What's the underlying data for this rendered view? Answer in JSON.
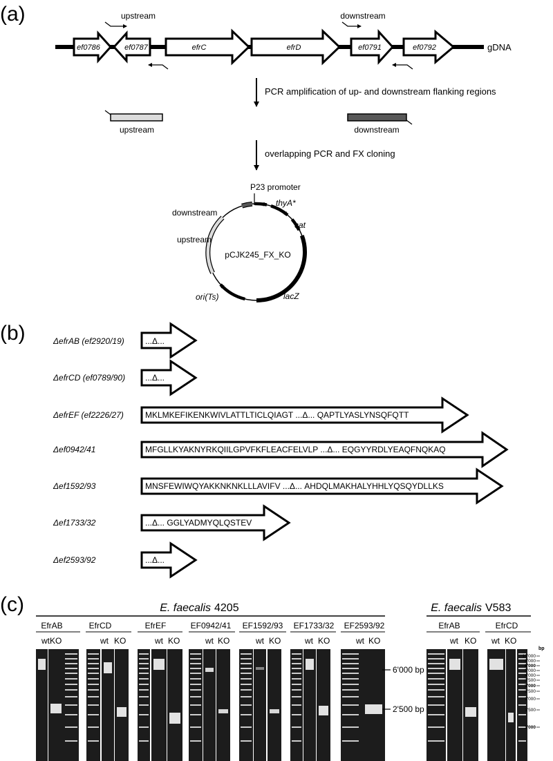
{
  "panel_a": {
    "label": "(a)",
    "genes": [
      "ef0786",
      "ef0787",
      "efrC",
      "efrD",
      "ef0791",
      "ef0792"
    ],
    "gdna_label": "gDNA",
    "primer_upstream": "upstream",
    "primer_downstream": "downstream",
    "step1_text": "PCR amplification of up- and downstream flanking regions",
    "fragment_upstream": "upstream",
    "fragment_downstream": "downstream",
    "step2_text": "overlapping PCR and FX cloning",
    "plasmid": {
      "name": "pCJK245_FX_KO",
      "promoter": "P23 promoter",
      "thya": "thyA*",
      "cat": "cat",
      "lacz": "lacZ",
      "ori": "ori(Ts)",
      "downstream": "downstream",
      "upstream": "upstream"
    }
  },
  "panel_b": {
    "label": "(b)",
    "constructs": [
      {
        "name": "ΔefrAB (ef2920/19)",
        "seq": "...Δ..."
      },
      {
        "name": "ΔefrCD (ef0789/90)",
        "seq": "...Δ..."
      },
      {
        "name": "ΔefrEF (ef2226/27)",
        "seq": "MKLMKEFIKENKWIVLATTLTICLQIAGT ...Δ... QAPTLYASLYNSQFQTT"
      },
      {
        "name": "Δef0942/41",
        "seq": "MFGLLKYAKNYRKQIILGPVFKFLEACFELVLP ...Δ... EQGYYRDLYEAQFNQKAQ"
      },
      {
        "name": "Δef1592/93",
        "seq": "MNSFEWIWQYAKKNKNKLLLAVIFV ...Δ... AHDQLMAKHALYHHLYQSQYDLLKS"
      },
      {
        "name": "Δef1733/32",
        "seq": "...Δ... GGLYADMYQLQSTEV"
      },
      {
        "name": "Δef2593/92",
        "seq": "...Δ..."
      }
    ]
  },
  "panel_c": {
    "label": "(c)",
    "strain_4205_species": "E. faecalis",
    "strain_4205_id": "4205",
    "strain_v583_species": "E. faecalis",
    "strain_v583_id": "V583",
    "gels_4205": [
      "EfrAB",
      "EfrCD",
      "EfrEF",
      "EF0942/41",
      "EF1592/93",
      "EF1733/32",
      "EF2593/92"
    ],
    "gels_v583": [
      "EfrAB",
      "EfrCD"
    ],
    "lane_wt": "wt",
    "lane_ko": "KO",
    "size_6000": "6'000 bp",
    "size_2500": "2'500 bp",
    "ladder_unit": "bp",
    "ladder": [
      "10'000",
      "8'000",
      "6'000",
      "5'000",
      "4'000",
      "3'500",
      "3'000",
      "2'500",
      "2'000",
      "1'500",
      "1'000"
    ]
  },
  "colors": {
    "fragment_light": "#dcdcdc",
    "fragment_dark": "#585858",
    "gel_background": "#1c1c1c",
    "band": "#ededed"
  }
}
